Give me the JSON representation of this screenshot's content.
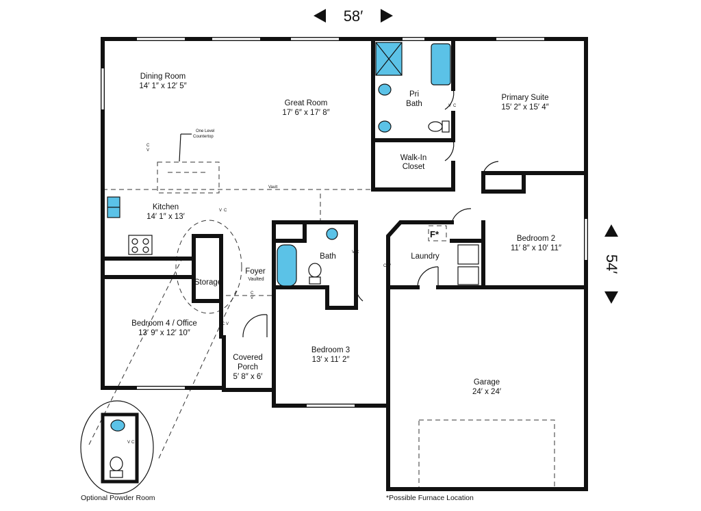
{
  "dimensions": {
    "width_label": "58′",
    "depth_label": "54′"
  },
  "rooms": {
    "dining": {
      "name": "Dining Room",
      "size": "14′ 1″ x 12′ 5″"
    },
    "great": {
      "name": "Great Room",
      "size": "17′ 6″ x 17′ 8″"
    },
    "pri_bath": {
      "name_line1": "Pri",
      "name_line2": "Bath"
    },
    "primary": {
      "name": "Primary Suite",
      "size": "15′ 2″ x 15′ 4″"
    },
    "closet": {
      "name_line1": "Walk-In",
      "name_line2": "Closet"
    },
    "kitchen": {
      "name": "Kitchen",
      "size": "14′ 1″ x 13′"
    },
    "storage": {
      "name": "Storage"
    },
    "foyer": {
      "name": "Foyer",
      "note": "Vaulted"
    },
    "bath": {
      "name": "Bath"
    },
    "laundry": {
      "name": "Laundry"
    },
    "bedroom2": {
      "name": "Bedroom 2",
      "size": "11′ 8″ x 10′ 11″"
    },
    "bedroom4": {
      "name": "Bedroom 4 / Office",
      "size": "13′ 9″ x 12′ 10″"
    },
    "porch": {
      "name_line1": "Covered",
      "name_line2": "Porch",
      "size": "5′ 8″ x 6′"
    },
    "bedroom3": {
      "name": "Bedroom 3",
      "size": "13′ x 11′ 2″"
    },
    "garage": {
      "name": "Garage",
      "size": "24′ x 24′"
    }
  },
  "annotations": {
    "countertop_line1": "One Level",
    "countertop_line2": "Countertop",
    "vault": "Vault",
    "furnace_symbol": "F*",
    "furnace_note": "*Possible Furnace Location",
    "powder_room": "Optional Powder Room",
    "vc_v": "V",
    "vc_c": "C"
  }
}
